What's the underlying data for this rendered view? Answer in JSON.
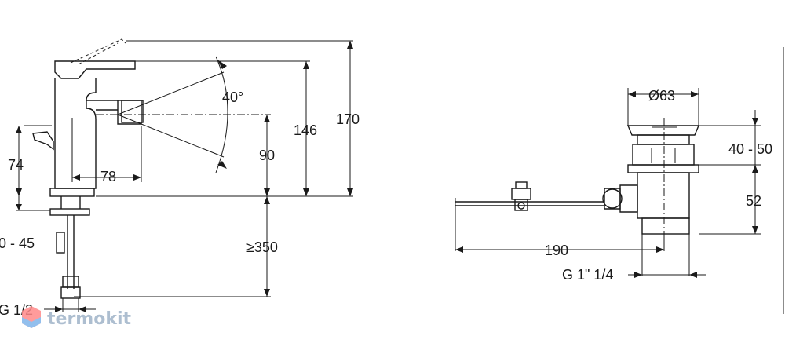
{
  "faucet": {
    "dim_angle": "40°",
    "dim_74": "74",
    "dim_78": "78",
    "dim_146": "146",
    "dim_170": "170",
    "dim_90": "90",
    "dim_hole": "0 - 45",
    "dim_350": "≥350",
    "dim_thread": "G 1/2"
  },
  "waste": {
    "dim_diameter": "Ø63",
    "dim_range": "40 - 50",
    "dim_52": "52",
    "dim_190": "190",
    "dim_thread": "G 1\" 1/4"
  },
  "watermark": {
    "text": "termokit",
    "colors": {
      "top": "#ff6b6b",
      "bottom": "#5aa0e0"
    }
  }
}
